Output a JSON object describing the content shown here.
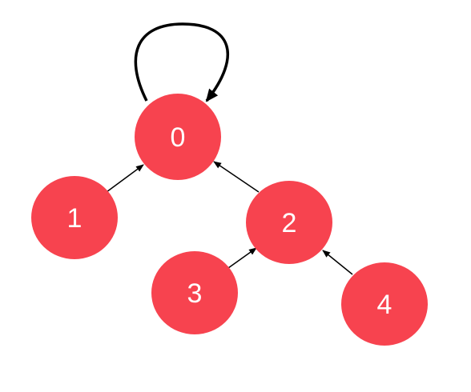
{
  "diagram": {
    "type": "directed-graph",
    "colors": {
      "node_fill": "#F7434F",
      "node_label": "#FFFFFF",
      "edge": "#000000",
      "background": "#FFFFFF"
    },
    "nodes": [
      {
        "id": "0",
        "label": "0"
      },
      {
        "id": "1",
        "label": "1"
      },
      {
        "id": "2",
        "label": "2"
      },
      {
        "id": "3",
        "label": "3"
      },
      {
        "id": "4",
        "label": "4"
      }
    ],
    "edges": [
      {
        "from": "0",
        "to": "0"
      },
      {
        "from": "1",
        "to": "0"
      },
      {
        "from": "2",
        "to": "0"
      },
      {
        "from": "3",
        "to": "2"
      },
      {
        "from": "4",
        "to": "2"
      }
    ]
  }
}
